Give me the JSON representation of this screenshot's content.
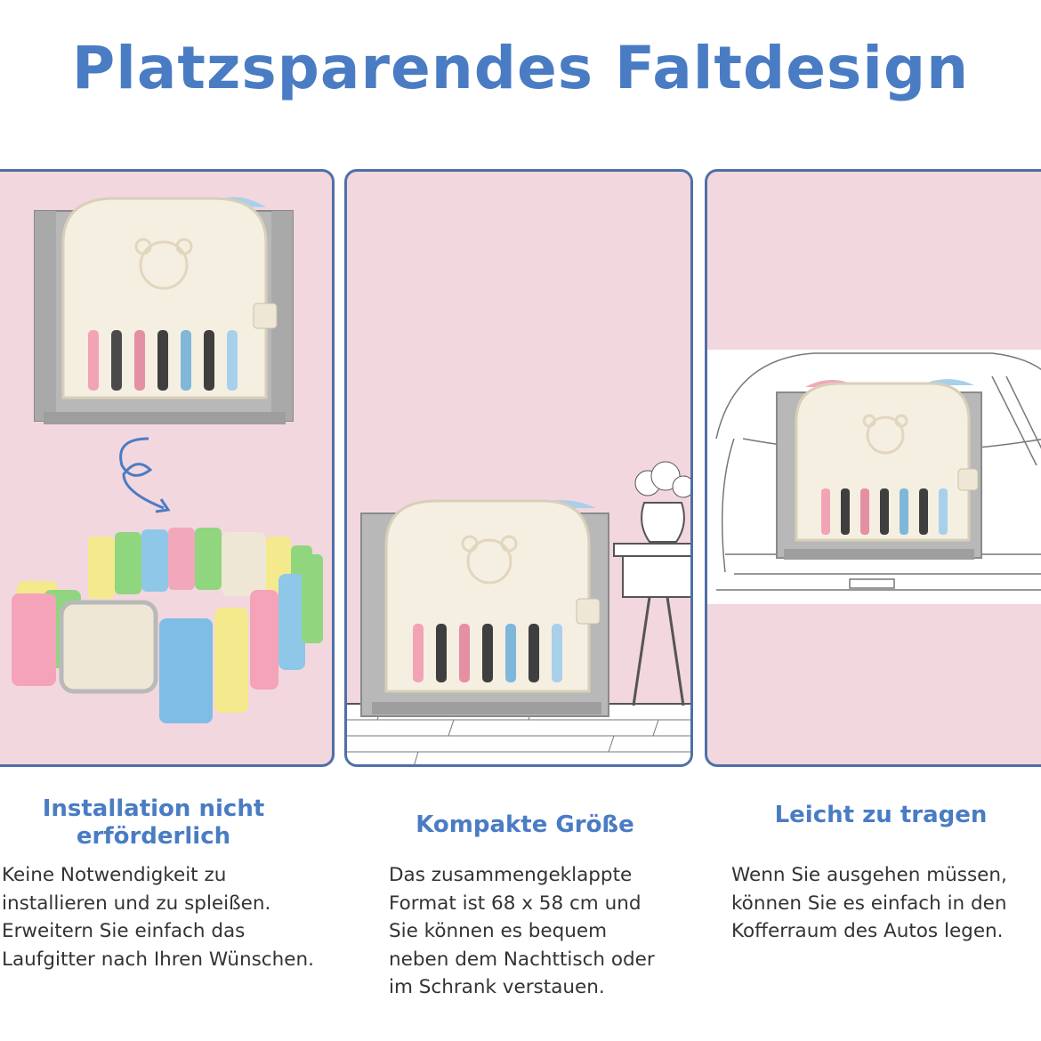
{
  "title": "Platzsparendes Faltdesign",
  "colors": {
    "title": "#4a7cc4",
    "panel_background": "#f2d7df",
    "panel_border": "#4f6fa8",
    "body_text": "#333333"
  },
  "features": [
    {
      "heading": [
        "Installation nicht",
        "erförderlich"
      ],
      "lines": [
        "Keine Notwendigkeit zu",
        "installieren und zu spleißen.",
        "Erweitern Sie einfach das",
        "Laufgitter nach Ihren Wünschen."
      ]
    },
    {
      "heading": [
        "Kompakte Größe"
      ],
      "lines": [
        "Das zusammengeklappte",
        "Format ist 68 x 58 cm und",
        "Sie können es bequem",
        "neben dem Nachttisch oder",
        "im Schrank verstauen."
      ]
    },
    {
      "heading": [
        "Leicht zu tragen"
      ],
      "lines": [
        "Wenn Sie ausgehen müssen,",
        "können Sie es einfach in den",
        "Kofferraum des Autos legen."
      ]
    }
  ]
}
